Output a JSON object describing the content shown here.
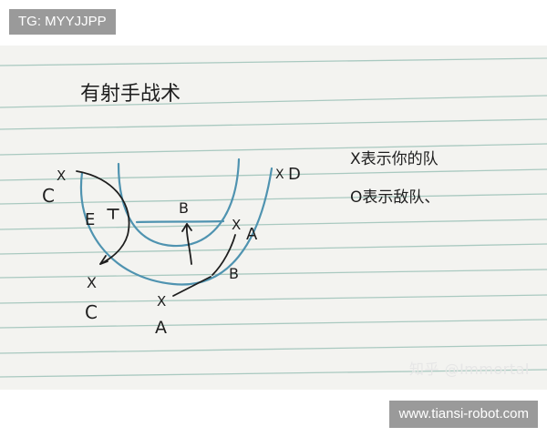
{
  "overlay": {
    "tag": "TG: MYYJJPP",
    "url": "www.tiansi-robot.com",
    "watermark": "知乎 @Immortal"
  },
  "note": {
    "title": "有射手战术",
    "legend_line1": "X表示你的队",
    "legend_line2": "O表示敌队、"
  },
  "diagram": {
    "labels": {
      "c_top": "C",
      "x_top": "X",
      "e": "E",
      "b_mid": "B",
      "a_right": "A",
      "x_a_right": "X",
      "d": "D",
      "x_d": "X",
      "b_low": "B",
      "x_c_low": "X",
      "c_low": "C",
      "x_a_low": "X",
      "a_low": "A"
    }
  },
  "colors": {
    "paper": "#f4f4f1",
    "rule_line": "#a9c9c0",
    "ink_blue": "#4f93b0",
    "ink_dark": "#1e1e1e",
    "overlay_bg": "#9a9a9a",
    "overlay_text": "#ffffff"
  }
}
